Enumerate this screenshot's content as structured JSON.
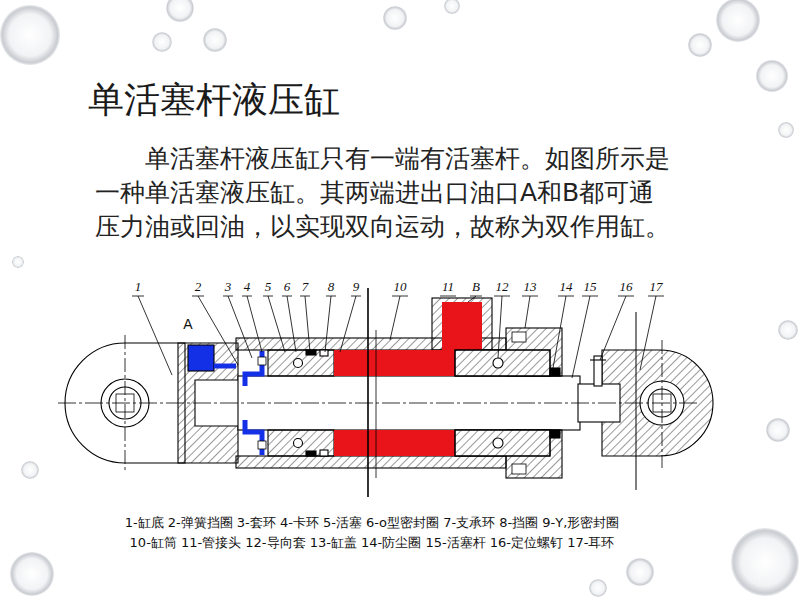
{
  "diagram": {
    "title": "单活塞杆液压缸",
    "labels": [
      "单活塞杆液压缸只有一端有活塞杆。如图所示是一种单活塞液压缸。其两端进出口油口A和B都可通压力油或回油，以实现双向运动，故称为双作用缸。",
      "1",
      "2",
      "3",
      "4",
      "5",
      "6",
      "7",
      "8",
      "9",
      "10",
      "11",
      "B",
      "12",
      "13",
      "14",
      "15",
      "16",
      "17",
      "A",
      "1-缸底 2-弹簧挡圈 3-套环 4-卡环 5-活塞 6-o型密封圈 7-支承环 8-挡圈 9-Y,形密封圈",
      "10-缸筒 11-管接头 12-导向套 13-缸盖 14-防尘圈 15-活塞杆 16-定位螺钉 17-耳环"
    ]
  }
}
